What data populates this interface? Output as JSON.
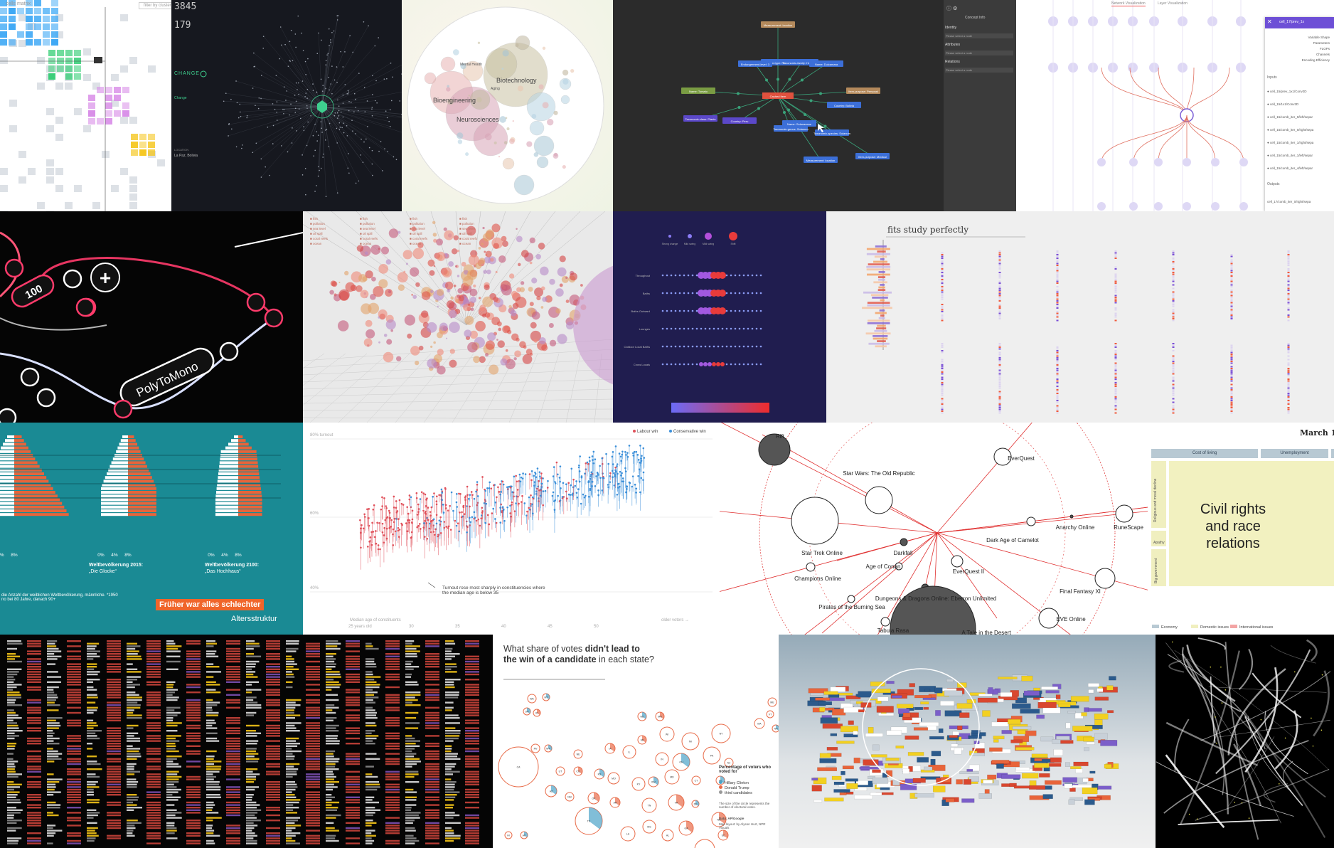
{
  "tile_matrix": {
    "title": "cells matrix",
    "filter_label": "filter by cluster"
  },
  "tile_network": {
    "count1": "3845",
    "count2": "179",
    "change_label": "CHANGE",
    "change_value": "Change",
    "location_label": "LOCATION",
    "location_value": "La Paz, Bolivia"
  },
  "tile_bubbles": {
    "labels": [
      "Biotechnology",
      "Bioengineering",
      "Neurosciences",
      "Mental Health",
      "Aging"
    ]
  },
  "tile_concept": {
    "panel_title": "Concept Info",
    "sections": [
      "Identity",
      "Attributes",
      "Relations"
    ],
    "placeholder": "Please select a node",
    "nodes": [
      "Measurement: location",
      "Item-type: Rest",
      "Endangerment-level: 3",
      "Taxonomic-family: Hominidae",
      "Name: Dulcamara",
      "Item-purpose: Personal",
      "Country: Bolivia",
      "Name: Solanaceae",
      "Taxonomic-species: Solanum",
      "Taxonomic-genus: Solanum",
      "Country: Peru",
      "Name: Tomato",
      "Taxonomic-class: Plants",
      "Item-purpose: Medical"
    ]
  },
  "tile_layer": {
    "tabs": [
      "Network Visualization",
      "Layer Visualization"
    ],
    "panel_title": "cell_17/prev_1x",
    "props": [
      "Variable Shape",
      "Parameters",
      "FLOPs",
      "Channels",
      "Encoding Efficiency"
    ],
    "inputs_label": "Inputs",
    "outputs_label": "Outputs",
    "inputs": [
      "cell_15/prev_1x1/Conv2D",
      "cell_15/1x1/Conv2D",
      "cell_15/comb_iter_0/left/separ",
      "cell_15/comb_iter_0/right/sepa",
      "cell_15/comb_iter_1/right/sepa",
      "cell_15/comb_iter_1/left/separ",
      "cell_15/comb_iter_4/left/separ"
    ],
    "outputs": [
      "cell_17/comb_iter_0/right/sepa"
    ]
  },
  "tile_neon": {
    "node1": "100",
    "node2": "PolyToMono",
    "plus": "+"
  },
  "tile_scatter3d": {
    "legend": [
      "fish",
      "pollution",
      "sea level",
      "oil spill",
      "coral reefs",
      "ocean"
    ]
  },
  "tile_dots": {
    "legend": [
      "Strong change",
      "Mild swing",
      "Mild swing",
      "Shift"
    ],
    "rows": [
      "Throughout",
      "Baths",
      "Baths Outward",
      "Lounges",
      "Outdoor Local Baths",
      "Cross Locals"
    ]
  },
  "tile_study": {
    "title": "fits study perfectly"
  },
  "tile_pyramid": {
    "ticks": [
      "0%",
      "4%",
      "8%"
    ],
    "captions": [
      "Weltbevölkerung 2015:",
      "„Die Glocke“",
      "Weltbevölkerung 2100:",
      "„Das Hochhaus“"
    ],
    "note": "die Anzahl der weiblichen Weltbevölkerung, männliche. *1950 no bei 80 Jahre, danach 90+",
    "banner": "Früher war alles schlechter",
    "subtitle": "Altersstruktur"
  },
  "tile_turnout": {
    "legend": [
      "Labour win",
      "Conservative win"
    ],
    "y_ticks": [
      "80% turnout",
      "60%",
      "40%"
    ],
    "x_ticks": [
      "25 years old",
      "30",
      "35",
      "40",
      "45",
      "50"
    ],
    "x_caption": "Median age of constituents",
    "x_right": "older voters →",
    "annotation": "Turnout rose most sharply in constituencies where the median age is below 35"
  },
  "tile_games": {
    "games": [
      "Rift",
      "EverQuest",
      "Star Wars: The Old Republic",
      "Star Trek Online",
      "Darkfall",
      "Age of Conan",
      "Champions Online",
      "Dark Age of Camelot",
      "Anarchy Online",
      "RuneScape",
      "EverQuest II",
      "Pirates of the Burning Sea",
      "Dungeons & Dragons Online: Eberron Unlimited",
      "Final Fantasy XI",
      "EVE Online",
      "Tabula Rasa",
      "A Tale in the Desert"
    ]
  },
  "tile_issues": {
    "title": "March 1",
    "headers": [
      "Cost of living",
      "Unemployment"
    ],
    "side_labels": [
      "Religious and moral decline",
      "Apathy",
      "Big government"
    ],
    "big_text": "Civil rights and race relations",
    "legend": [
      "Economy",
      "Domestic issues",
      "International issues"
    ]
  },
  "tile_votes": {
    "title_part1": "What share of votes ",
    "title_bold1": "didn't lead to",
    "title_part2": "the win of a candidate",
    "title_part3": " in each state?",
    "legend_title": "Percentage of voters who voted for",
    "legend": [
      "Hillary Clinton",
      "Donald Trump",
      "third candidates"
    ],
    "note": "The size of the circle represents the number of electoral votes.",
    "source": "Data: AP/Google",
    "credit": "Map layout: by Alyson Hurt, NPR Visuals",
    "states": [
      "WA",
      "MT",
      "ND",
      "MN",
      "ME",
      "OR",
      "ID",
      "SD",
      "WI",
      "MI",
      "NY",
      "VT",
      "NH",
      "CA",
      "NV",
      "WY",
      "NE",
      "IA",
      "IL",
      "IN",
      "OH",
      "PA",
      "NJ",
      "MA",
      "UT",
      "CO",
      "KS",
      "MO",
      "KY",
      "WV",
      "MD",
      "CT",
      "RI",
      "AZ",
      "NM",
      "OK",
      "AR",
      "TN",
      "VA",
      "DE",
      "TX",
      "LA",
      "MS",
      "AL",
      "GA",
      "NC",
      "SC",
      "FL",
      "HI",
      "AK"
    ]
  }
}
